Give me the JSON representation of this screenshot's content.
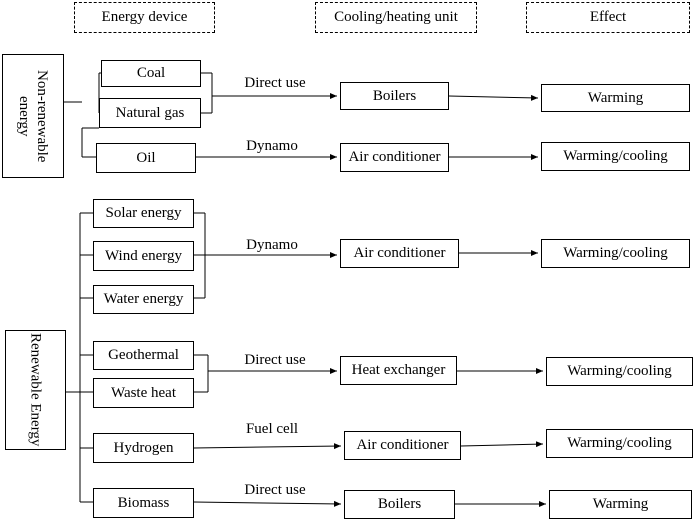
{
  "headers": {
    "energy_device": "Energy device",
    "unit": "Cooling/heating  unit",
    "effect": "Effect"
  },
  "groups": {
    "non_renewable": "Non-renewable energy",
    "renewable": "Renewable Energy"
  },
  "sources": {
    "coal": "Coal",
    "natural_gas": "Natural gas",
    "oil": "Oil",
    "solar": "Solar energy",
    "wind": "Wind energy",
    "water": "Water energy",
    "geothermal": "Geothermal",
    "waste_heat": "Waste heat",
    "hydrogen": "Hydrogen",
    "biomass": "Biomass"
  },
  "edge_labels": {
    "direct_use_1": "Direct use",
    "dynamo_1": "Dynamo",
    "dynamo_2": "Dynamo",
    "direct_use_2": "Direct use",
    "fuel_cell": "Fuel cell",
    "direct_use_3": "Direct use"
  },
  "units": {
    "boilers_1": "Boilers",
    "ac_1": "Air conditioner",
    "ac_2": "Air conditioner",
    "heat_exchanger": "Heat exchanger",
    "ac_3": "Air conditioner",
    "boilers_2": "Boilers"
  },
  "effects": {
    "warming_1": "Warming",
    "warm_cool_1": "Warming/cooling",
    "warm_cool_2": "Warming/cooling",
    "warm_cool_3": "Warming/cooling",
    "warm_cool_4": "Warming/cooling",
    "warming_2": "Warming"
  }
}
